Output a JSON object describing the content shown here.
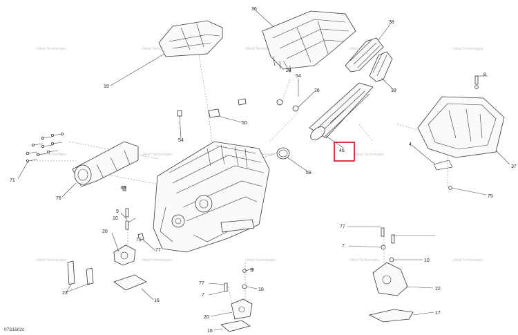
{
  "diagram": {
    "reference_code": "07S1602c",
    "watermark_text": "cWest Technologies",
    "highlighted_callout": "46",
    "callouts": [
      {
        "id": "c36",
        "label": "36"
      },
      {
        "id": "c38",
        "label": "38"
      },
      {
        "id": "c19",
        "label": "19"
      },
      {
        "id": "c24",
        "label": "24"
      },
      {
        "id": "c54a",
        "label": "54"
      },
      {
        "id": "c26",
        "label": "26"
      },
      {
        "id": "c39",
        "label": "39"
      },
      {
        "id": "c8",
        "label": "8"
      },
      {
        "id": "c50",
        "label": "50"
      },
      {
        "id": "c54b",
        "label": "54"
      },
      {
        "id": "c46",
        "label": "46"
      },
      {
        "id": "c4",
        "label": "4"
      },
      {
        "id": "c37",
        "label": "37"
      },
      {
        "id": "c58",
        "label": "58"
      },
      {
        "id": "c71",
        "label": "71"
      },
      {
        "id": "c76",
        "label": "76"
      },
      {
        "id": "c63",
        "label": "63"
      },
      {
        "id": "c75",
        "label": "75"
      },
      {
        "id": "c9a",
        "label": "9"
      },
      {
        "id": "c10a",
        "label": "10"
      },
      {
        "id": "c20a",
        "label": "20"
      },
      {
        "id": "c7a",
        "label": "7"
      },
      {
        "id": "c77a",
        "label": "77"
      },
      {
        "id": "c77b",
        "label": "77"
      },
      {
        "id": "c9b",
        "label": "9"
      },
      {
        "id": "c7b",
        "label": "7"
      },
      {
        "id": "c10b",
        "label": "10"
      },
      {
        "id": "c23",
        "label": "23"
      },
      {
        "id": "c16a",
        "label": "16"
      },
      {
        "id": "c9c",
        "label": "9"
      },
      {
        "id": "c77c",
        "label": "77"
      },
      {
        "id": "c10c",
        "label": "10"
      },
      {
        "id": "c7c",
        "label": "7"
      },
      {
        "id": "c22",
        "label": "22"
      },
      {
        "id": "c20b",
        "label": "20"
      },
      {
        "id": "c17",
        "label": "17"
      },
      {
        "id": "c16b",
        "label": "16"
      }
    ]
  }
}
